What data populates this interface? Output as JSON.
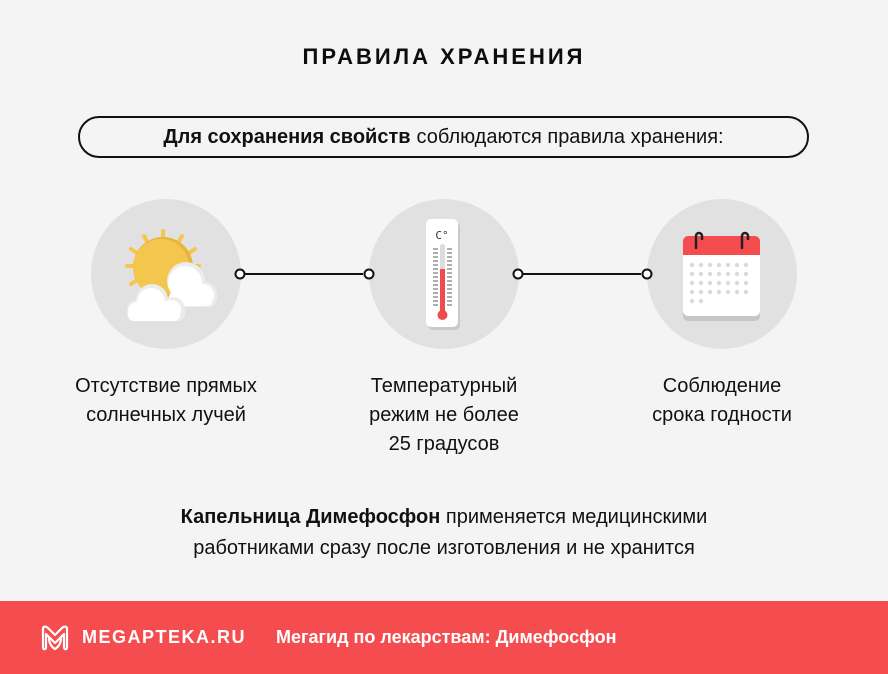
{
  "title": "ПРАВИЛА ХРАНЕНИЯ",
  "intro": {
    "bold": "Для сохранения свойств",
    "rest": "соблюдаются правила хранения:"
  },
  "rules": [
    {
      "icon": "sun-cloud-icon",
      "line1": "Отсутствие прямых",
      "line2": "солнечных лучей",
      "line3": ""
    },
    {
      "icon": "thermometer-icon",
      "line1": "Температурный",
      "line2": "режим не более",
      "line3": "25 градусов",
      "unit": "C°"
    },
    {
      "icon": "calendar-icon",
      "line1": "Соблюдение",
      "line2": "срока годности",
      "line3": ""
    }
  ],
  "note": {
    "bold": "Капельница Димефосфон",
    "rest1": "применяется медицинскими",
    "line2": "работниками сразу после изготовления и не хранится"
  },
  "footer": {
    "brand": "MEGAPTEKA.RU",
    "tagline": "Мегагид по лекарствам: Димефосфон"
  },
  "colors": {
    "background": "#f4f4f4",
    "circle": "#e1e1e1",
    "footer": "#f54d4f",
    "sun": "#f3c74e",
    "thermo_red": "#f04a4c",
    "calendar_red": "#f54d4f"
  }
}
